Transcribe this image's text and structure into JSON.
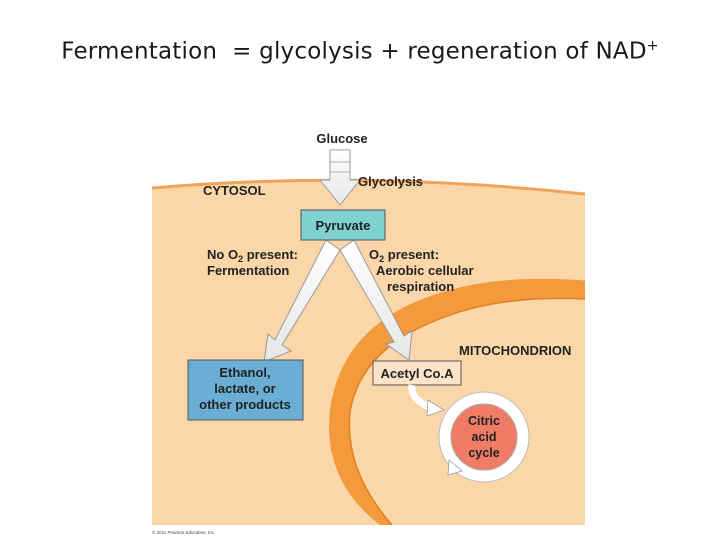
{
  "slide": {
    "title_main": "Fermentation  = glycolysis + regeneration of NAD",
    "title_sup": "+"
  },
  "diagram": {
    "glucose": "Glucose",
    "glycolysis": "Glycolysis",
    "cytosol": "CYTOSOL",
    "pyruvate": "Pyruvate",
    "no_o2_line1": "No O",
    "no_o2_sub": "2",
    "no_o2_rest": " present:",
    "fermentation": "Fermentation",
    "o2_line1": "O",
    "o2_sub": "2",
    "o2_rest": " present:",
    "aerobic_1": "Aerobic cellular",
    "aerobic_2": "respiration",
    "mitochondrion": "MITOCHONDRION",
    "products_1": "Ethanol,",
    "products_2": "lactate, or",
    "products_3": "other products",
    "acetyl_coa": "Acetyl Co.A",
    "citric_1": "Citric",
    "citric_2": "acid",
    "citric_3": "cycle",
    "copyright": "© 2011 Pearson Education, Inc."
  },
  "colors": {
    "cytosol": "#fbd6a8",
    "membrane": "#f0a35a",
    "mito_outer": "#f39a3c",
    "mito_matrix": "#fbd6a8",
    "pyruvate_box": "#7fd0d0",
    "products_box": "#6aaed6",
    "acetyl_box": "#fde3c8",
    "citric": "#f07c66"
  }
}
